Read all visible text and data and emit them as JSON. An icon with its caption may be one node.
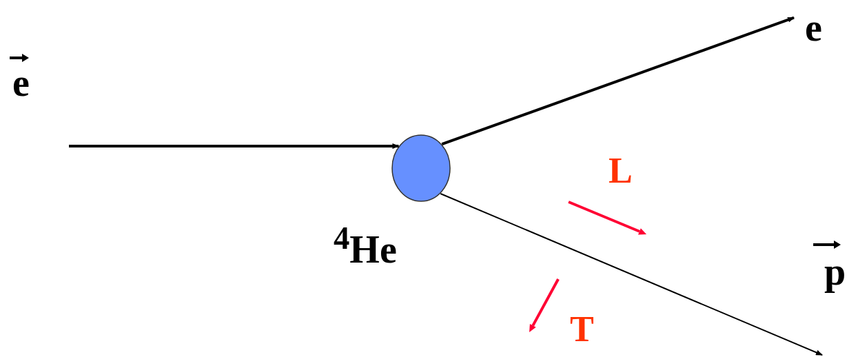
{
  "diagram": {
    "nodes": [
      {
        "text": [],
        "shape": "circle",
        "beside": [
          "$^{4}$He"
        ]
      },
      {
        "text": [
          "e"
        ]
      }
    ],
    "edges": [
      {
        "from": null,
        "to": 0,
        "arrow": "to"
      },
      {
        "from": 0,
        "to": 1,
        "arrow": "to"
      },
      {
        "from": 0,
        "to": null,
        "arrow": "to"
      }
    ],
    "labels": [
      "e",
      "L",
      "p",
      "T"
    ]
  }
}
